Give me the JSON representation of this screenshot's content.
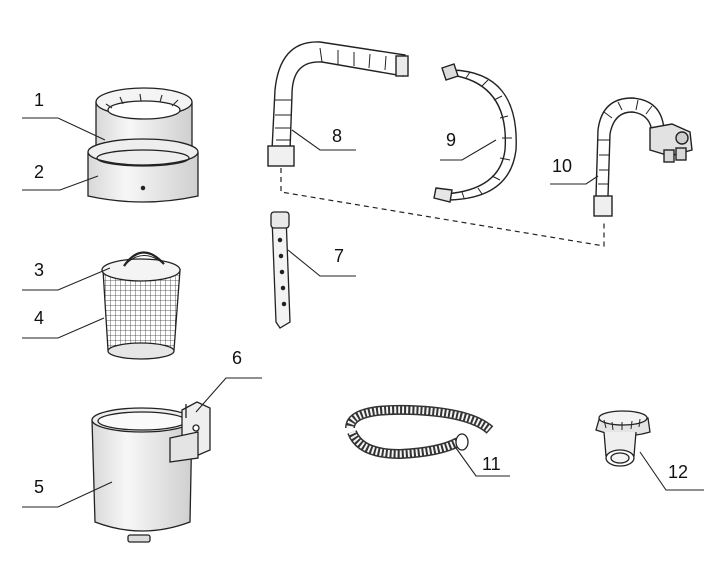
{
  "colors": {
    "background": "#ffffff",
    "line": "#222222",
    "part_fill": "#f2f2f2",
    "part_shade": "#dcdcdc"
  },
  "labels": {
    "l1": "1",
    "l2": "2",
    "l3": "3",
    "l4": "4",
    "l5": "5",
    "l6": "6",
    "l7": "7",
    "l8": "8",
    "l9": "9",
    "l10": "10",
    "l11": "11",
    "l12": "12"
  }
}
